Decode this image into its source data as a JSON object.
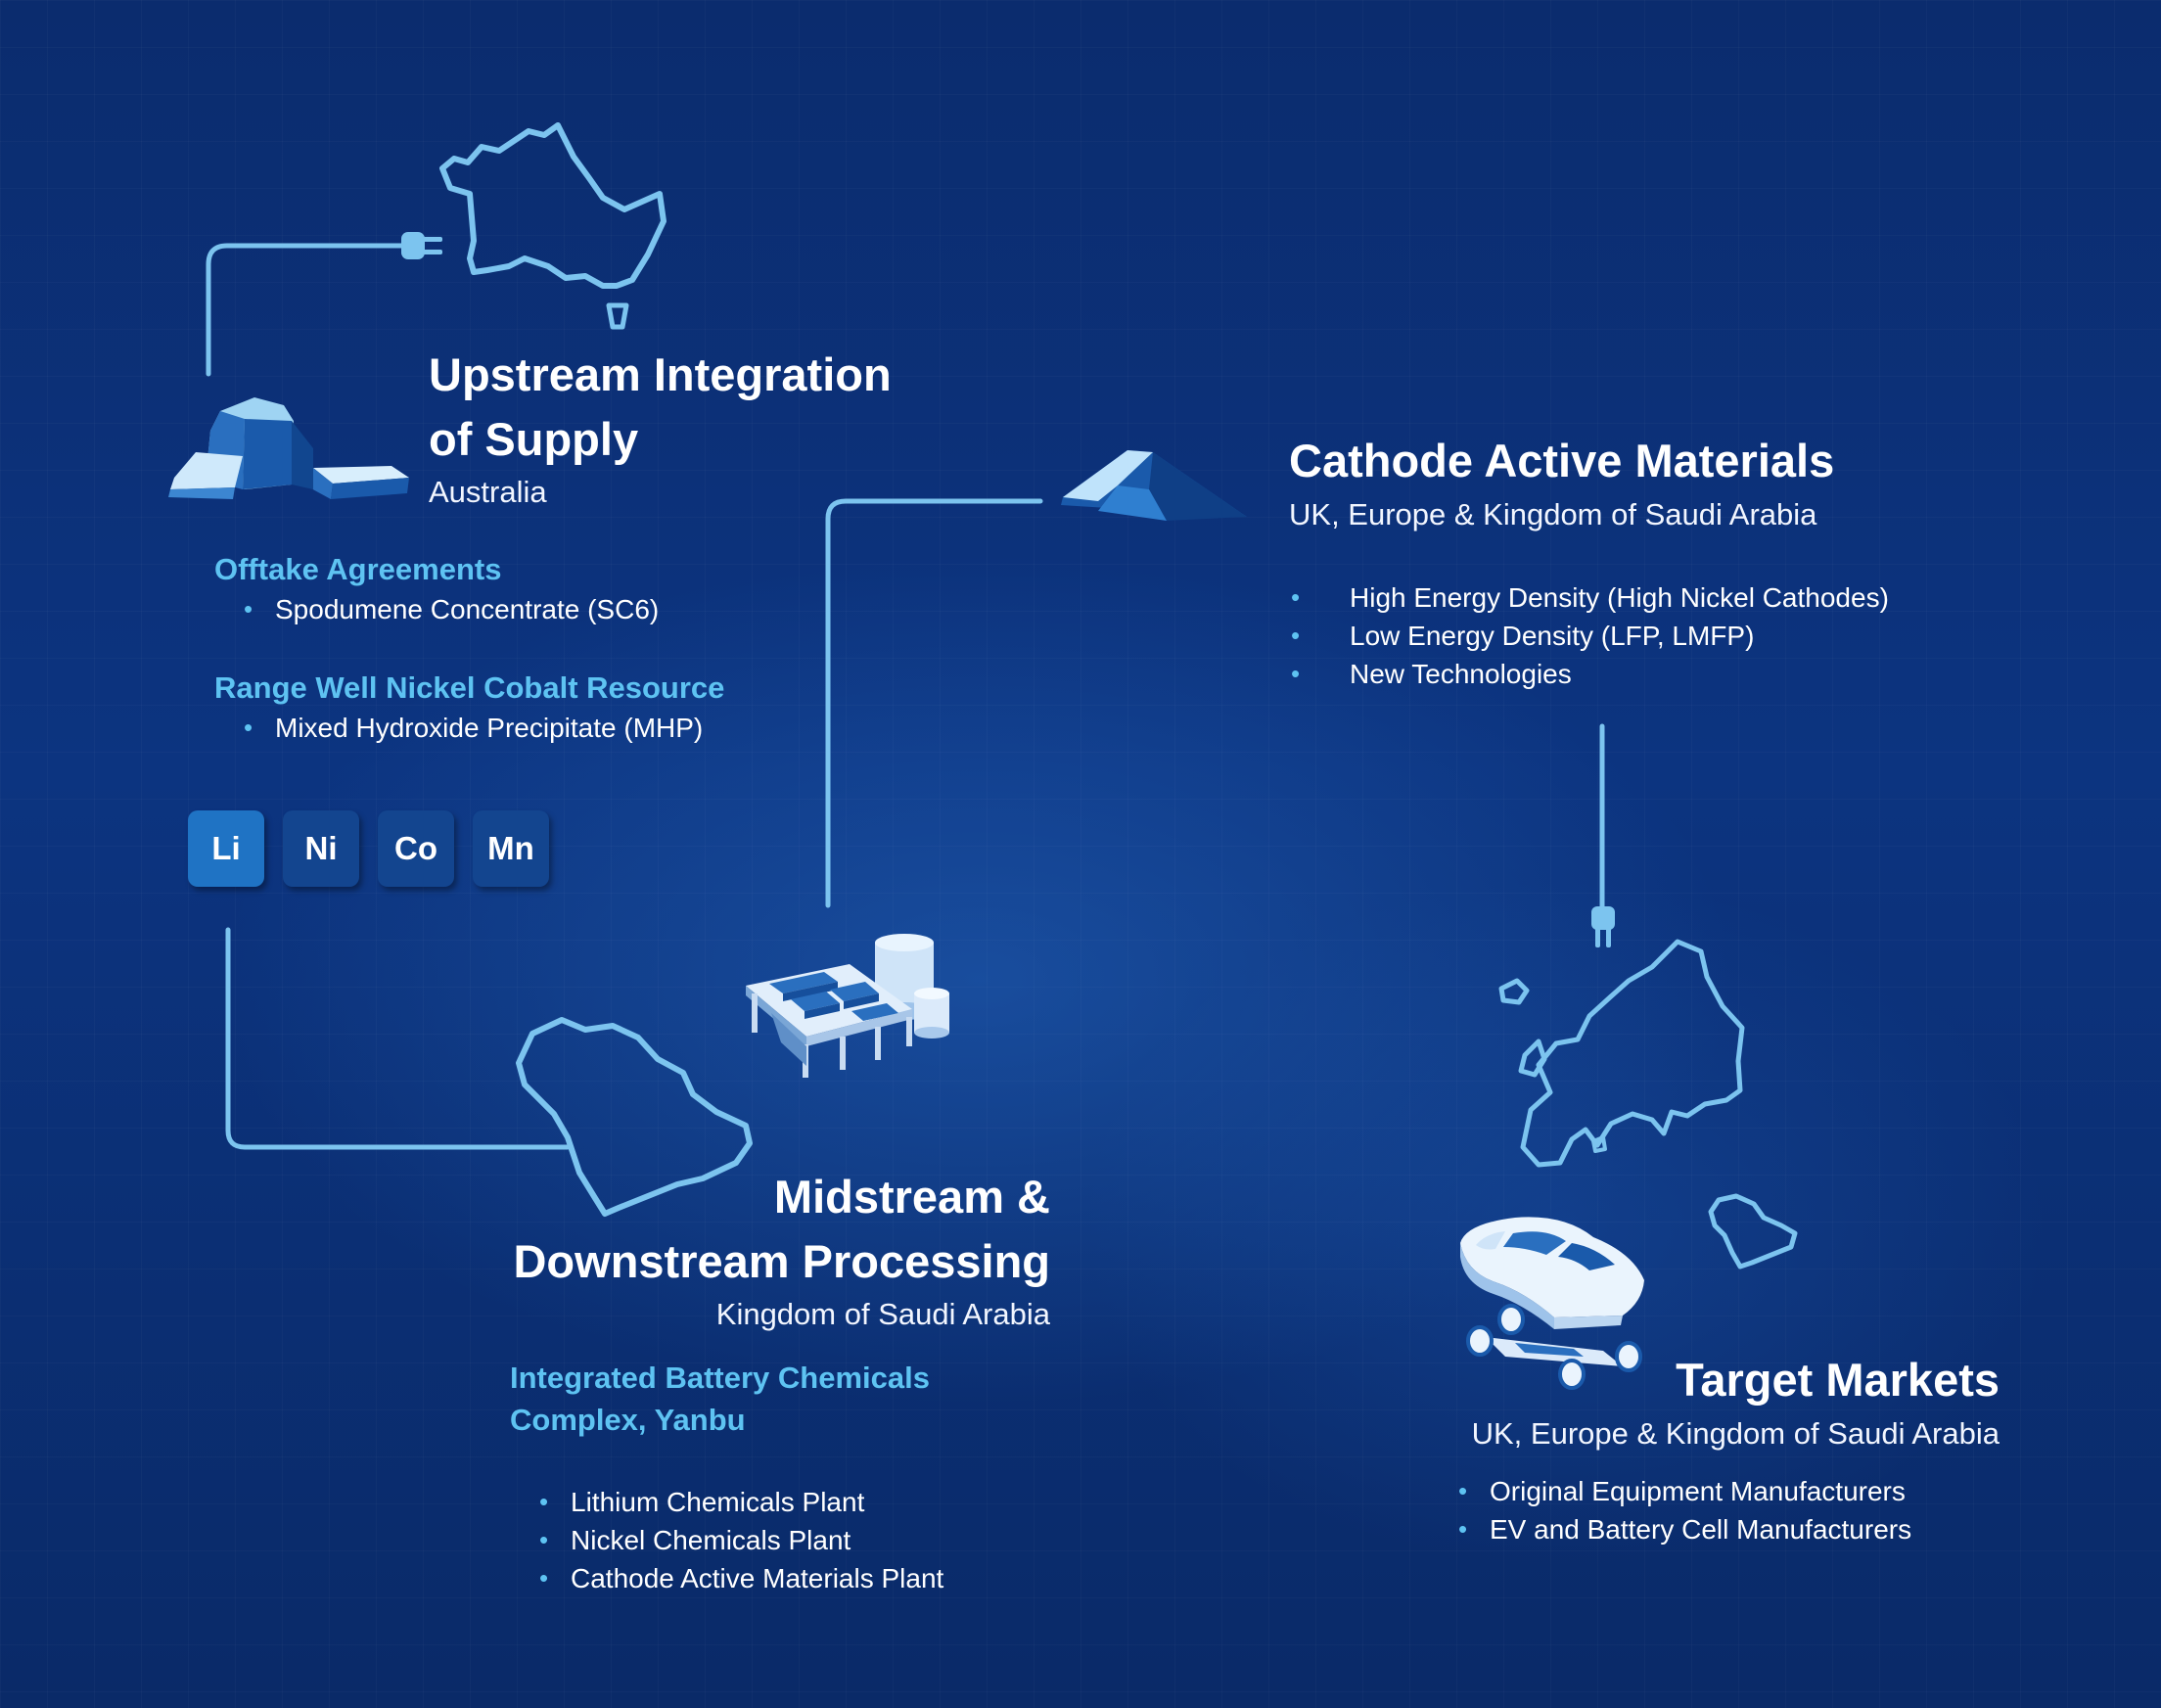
{
  "upstream": {
    "title_line1": "Upstream Integration",
    "title_line2": "of Supply",
    "location": "Australia",
    "offtake_heading": "Offtake Agreements",
    "offtake_items": [
      "Spodumene Concentrate (SC6)"
    ],
    "rangewell_heading": "Range Well Nickel Cobalt Resource",
    "rangewell_items": [
      "Mixed Hydroxide Precipitate (MHP)"
    ],
    "elements": [
      "Li",
      "Ni",
      "Co",
      "Mn"
    ]
  },
  "cathode": {
    "title": "Cathode Active Materials",
    "location": "UK, Europe & Kingdom of Saudi Arabia",
    "items": [
      "High Energy Density (High Nickel Cathodes)",
      "Low Energy Density (LFP, LMFP)",
      "New Technologies"
    ]
  },
  "midstream": {
    "title_line1": "Midstream &",
    "title_line2": "Downstream Processing",
    "location": "Kingdom of Saudi Arabia",
    "complex_line1": "Integrated Battery Chemicals",
    "complex_line2": "Complex, Yanbu",
    "items": [
      "Lithium Chemicals Plant",
      "Nickel Chemicals Plant",
      "Cathode Active Materials Plant"
    ]
  },
  "target": {
    "title": "Target Markets",
    "location": "UK, Europe & Kingdom of Saudi Arabia",
    "items": [
      "Original Equipment Manufacturers",
      "EV and Battery Cell Manufacturers"
    ]
  },
  "colors": {
    "accent": "#5ec3f2",
    "line": "#7cc4ef",
    "background": "#0c3480"
  },
  "icons": [
    "australia-map-icon",
    "plug-icon",
    "rock-ore-icon",
    "powder-pile-icon",
    "chemical-plant-icon",
    "saudi-arabia-map-icon",
    "europe-map-icon",
    "electric-car-icon"
  ]
}
